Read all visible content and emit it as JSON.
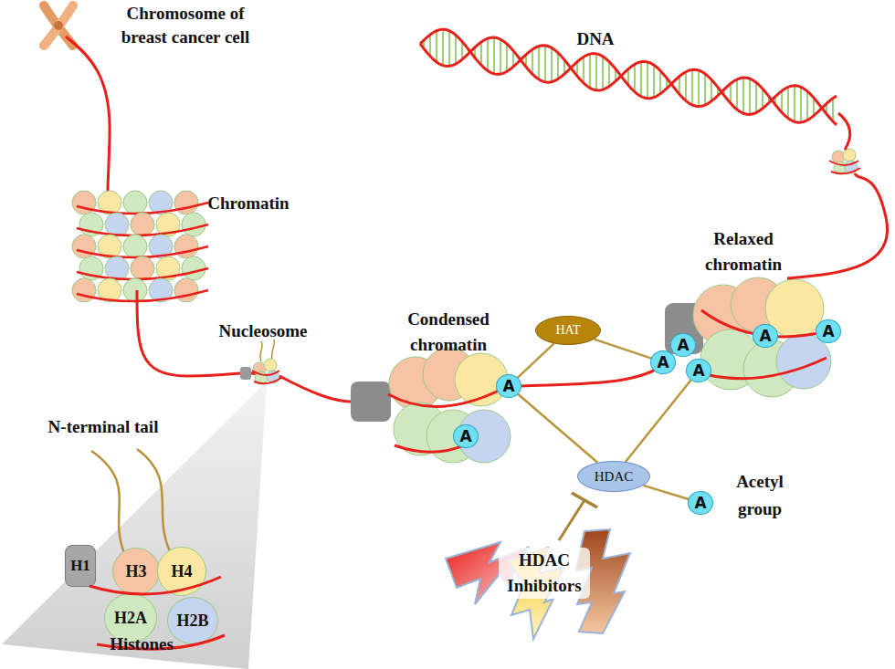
{
  "diagram": {
    "nodes": [
      {
        "text": [
          "A"
        ]
      },
      {
        "text": [
          "A"
        ]
      },
      {
        "text": [
          "A"
        ]
      },
      {
        "text": [
          "A"
        ]
      },
      {
        "text": [
          "A"
        ]
      },
      {
        "text": [
          "HAT"
        ]
      },
      {
        "text": [
          "A"
        ]
      },
      {
        "text": [
          "A"
        ]
      },
      {
        "text": [
          "HDAC"
        ]
      },
      {
        "text": [
          "A"
        ]
      },
      {
        "text": [
          "H1"
        ]
      },
      {
        "text": [
          "H3"
        ]
      },
      {
        "text": [
          "H4"
        ]
      },
      {
        "text": [
          "H2A"
        ]
      },
      {
        "text": [
          "H2B"
        ]
      }
    ],
    "edges": [
      {
        "from": 6,
        "to": 5,
        "arrow": "none"
      },
      {
        "from": 5,
        "to": 1,
        "arrow": "none"
      },
      {
        "from": 6,
        "to": 8,
        "arrow": "none"
      },
      {
        "from": 2,
        "to": 8,
        "arrow": "none"
      },
      {
        "from": 8,
        "to": 9,
        "arrow": "none"
      }
    ],
    "labels": [
      "Chromosome of breast cancer cell",
      "DNA",
      "Chromatin",
      "Relaxed chromatin",
      "Nucleosome",
      "Condensed chromatin",
      "N-terminal tail",
      "Acetyl group",
      "HDAC Inhibitors",
      "Histones"
    ]
  }
}
